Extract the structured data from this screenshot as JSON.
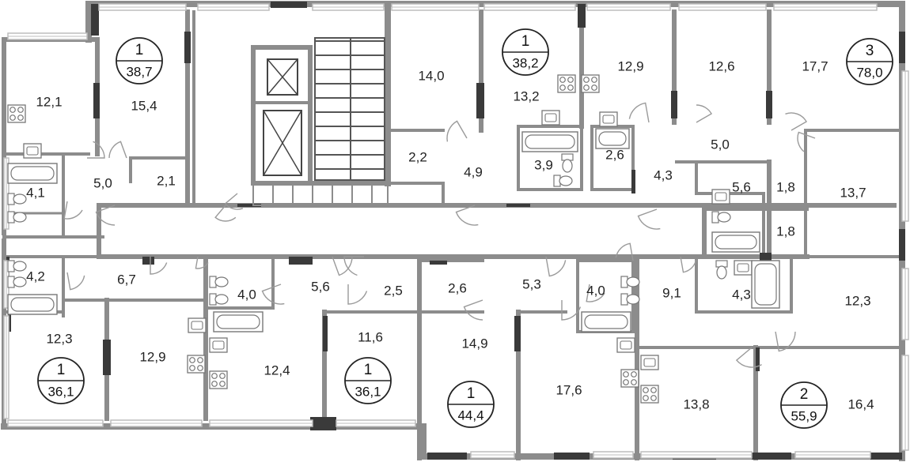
{
  "colors": {
    "wall": "#8c8c8c",
    "wall_dark": "#3a3a3a",
    "window": "#bdbdbd",
    "fixture": "#777777",
    "text": "#222222"
  },
  "apartments": [
    {
      "id": "apt-a",
      "rooms": "1",
      "area": "38,7"
    },
    {
      "id": "apt-b",
      "rooms": "1",
      "area": "38,2"
    },
    {
      "id": "apt-c",
      "rooms": "3",
      "area": "78,0"
    },
    {
      "id": "apt-d",
      "rooms": "1",
      "area": "36,1"
    },
    {
      "id": "apt-e",
      "rooms": "1",
      "area": "36,1"
    },
    {
      "id": "apt-f",
      "rooms": "1",
      "area": "44,4"
    },
    {
      "id": "apt-g",
      "rooms": "2",
      "area": "55,9"
    }
  ],
  "rooms": [
    "12,1",
    "15,4",
    "5,0",
    "2,1",
    "4,1",
    "14,0",
    "13,2",
    "2,2",
    "4,9",
    "3,9",
    "12,9",
    "2,6",
    "12,6",
    "17,7",
    "5,0",
    "4,3",
    "5,6",
    "1,8",
    "1,8",
    "13,7",
    "4,2",
    "6,7",
    "12,3",
    "12,9",
    "4,0",
    "5,6",
    "2,5",
    "12,4",
    "11,6",
    "2,6",
    "5,3",
    "4,0",
    "14,9",
    "17,6",
    "9,1",
    "4,3",
    "12,3",
    "13,8",
    "16,4"
  ],
  "icons": {
    "stove": "stove-icon",
    "sink": "sink-icon",
    "bathtub": "bathtub-icon",
    "toilet": "toilet-icon",
    "elevator": "elevator-icon",
    "staircase": "staircase-icon",
    "door": "door-swing-icon"
  }
}
